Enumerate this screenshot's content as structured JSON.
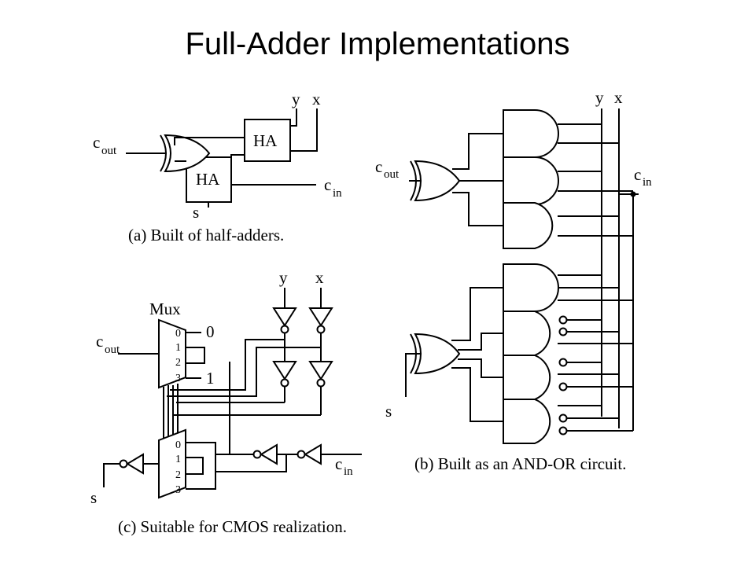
{
  "title": "Full-Adder Implementations",
  "part_a": {
    "caption": "(a) Built of half-adders.",
    "ha_top": "HA",
    "ha_bottom": "HA",
    "y": "y",
    "x": "x",
    "cout_main": "c",
    "cout_sub": "out",
    "cin_main": "c",
    "cin_sub": "in",
    "s": "s"
  },
  "part_b": {
    "caption": "(b) Built as an AND-OR circuit.",
    "y": "y",
    "x": "x",
    "cout_main": "c",
    "cout_sub": "out",
    "cin_main": "c",
    "cin_sub": "in",
    "s": "s"
  },
  "part_c": {
    "caption": "(c) Suitable for CMOS realization.",
    "mux_label": "Mux",
    "y": "y",
    "x": "x",
    "cout_main": "c",
    "cout_sub": "out",
    "cin_main": "c",
    "cin_sub": "in",
    "s": "s",
    "const_0": "0",
    "const_1": "1",
    "mux_top_inputs": [
      "0",
      "1",
      "2",
      "3"
    ],
    "mux_bottom_inputs": [
      "0",
      "1",
      "2",
      "3"
    ]
  }
}
